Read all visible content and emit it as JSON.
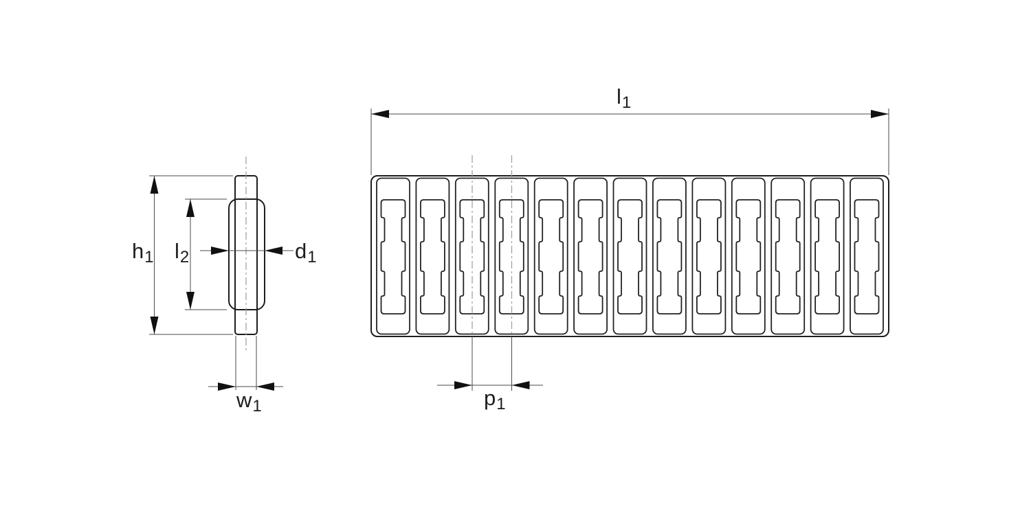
{
  "drawing": {
    "kind": "technical-dimension-drawing",
    "colors": {
      "background": "#ffffff",
      "outline": "#1d1d1d",
      "dimension_lines": "#4a4a4a",
      "centerlines": "#9b9b9b",
      "arrowheads": "#111111",
      "text": "#1d1d1d"
    },
    "side_view": {
      "labels": {
        "h1": {
          "base": "h",
          "sub": "1"
        },
        "l2": {
          "base": "l",
          "sub": "2"
        },
        "d1": {
          "base": "d",
          "sub": "1"
        },
        "w1": {
          "base": "w",
          "sub": "1"
        }
      }
    },
    "front_view": {
      "module_count": 13,
      "labels": {
        "l1": {
          "base": "l",
          "sub": "1"
        },
        "p1": {
          "base": "p",
          "sub": "1"
        }
      }
    }
  }
}
